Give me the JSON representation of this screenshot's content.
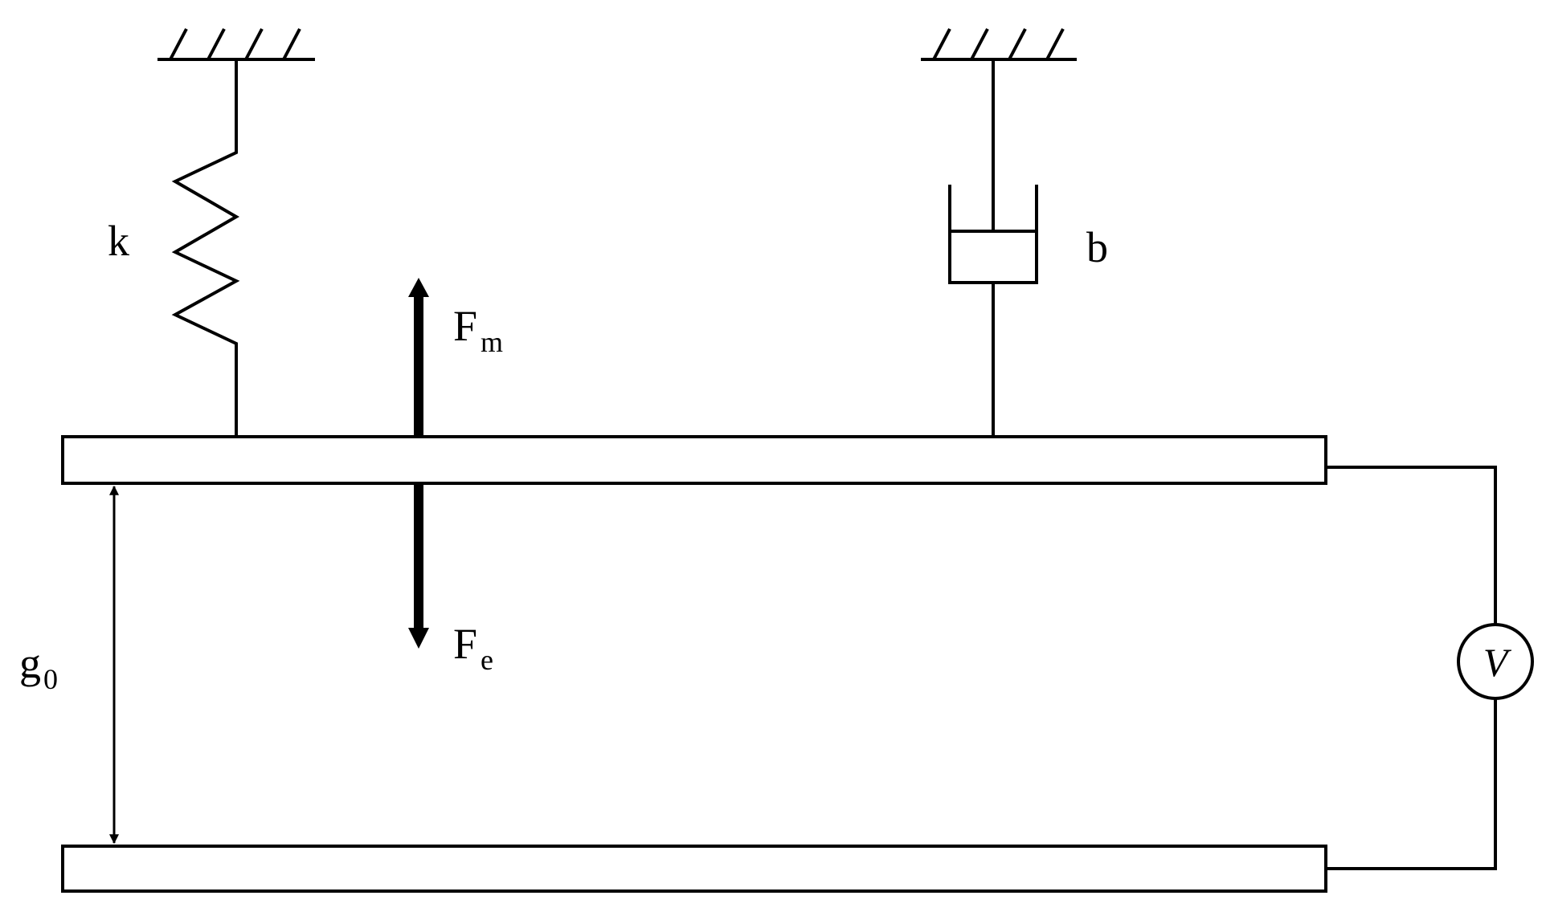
{
  "labels": {
    "spring": "k",
    "damper": "b",
    "force_magnetic_base": "F",
    "force_magnetic_sub": "m",
    "force_electric_base": "F",
    "force_electric_sub": "e",
    "gap_base": "g",
    "gap_sub": "0",
    "voltage_source": "V"
  },
  "colors": {
    "stroke": "#000000",
    "background": "#ffffff"
  }
}
